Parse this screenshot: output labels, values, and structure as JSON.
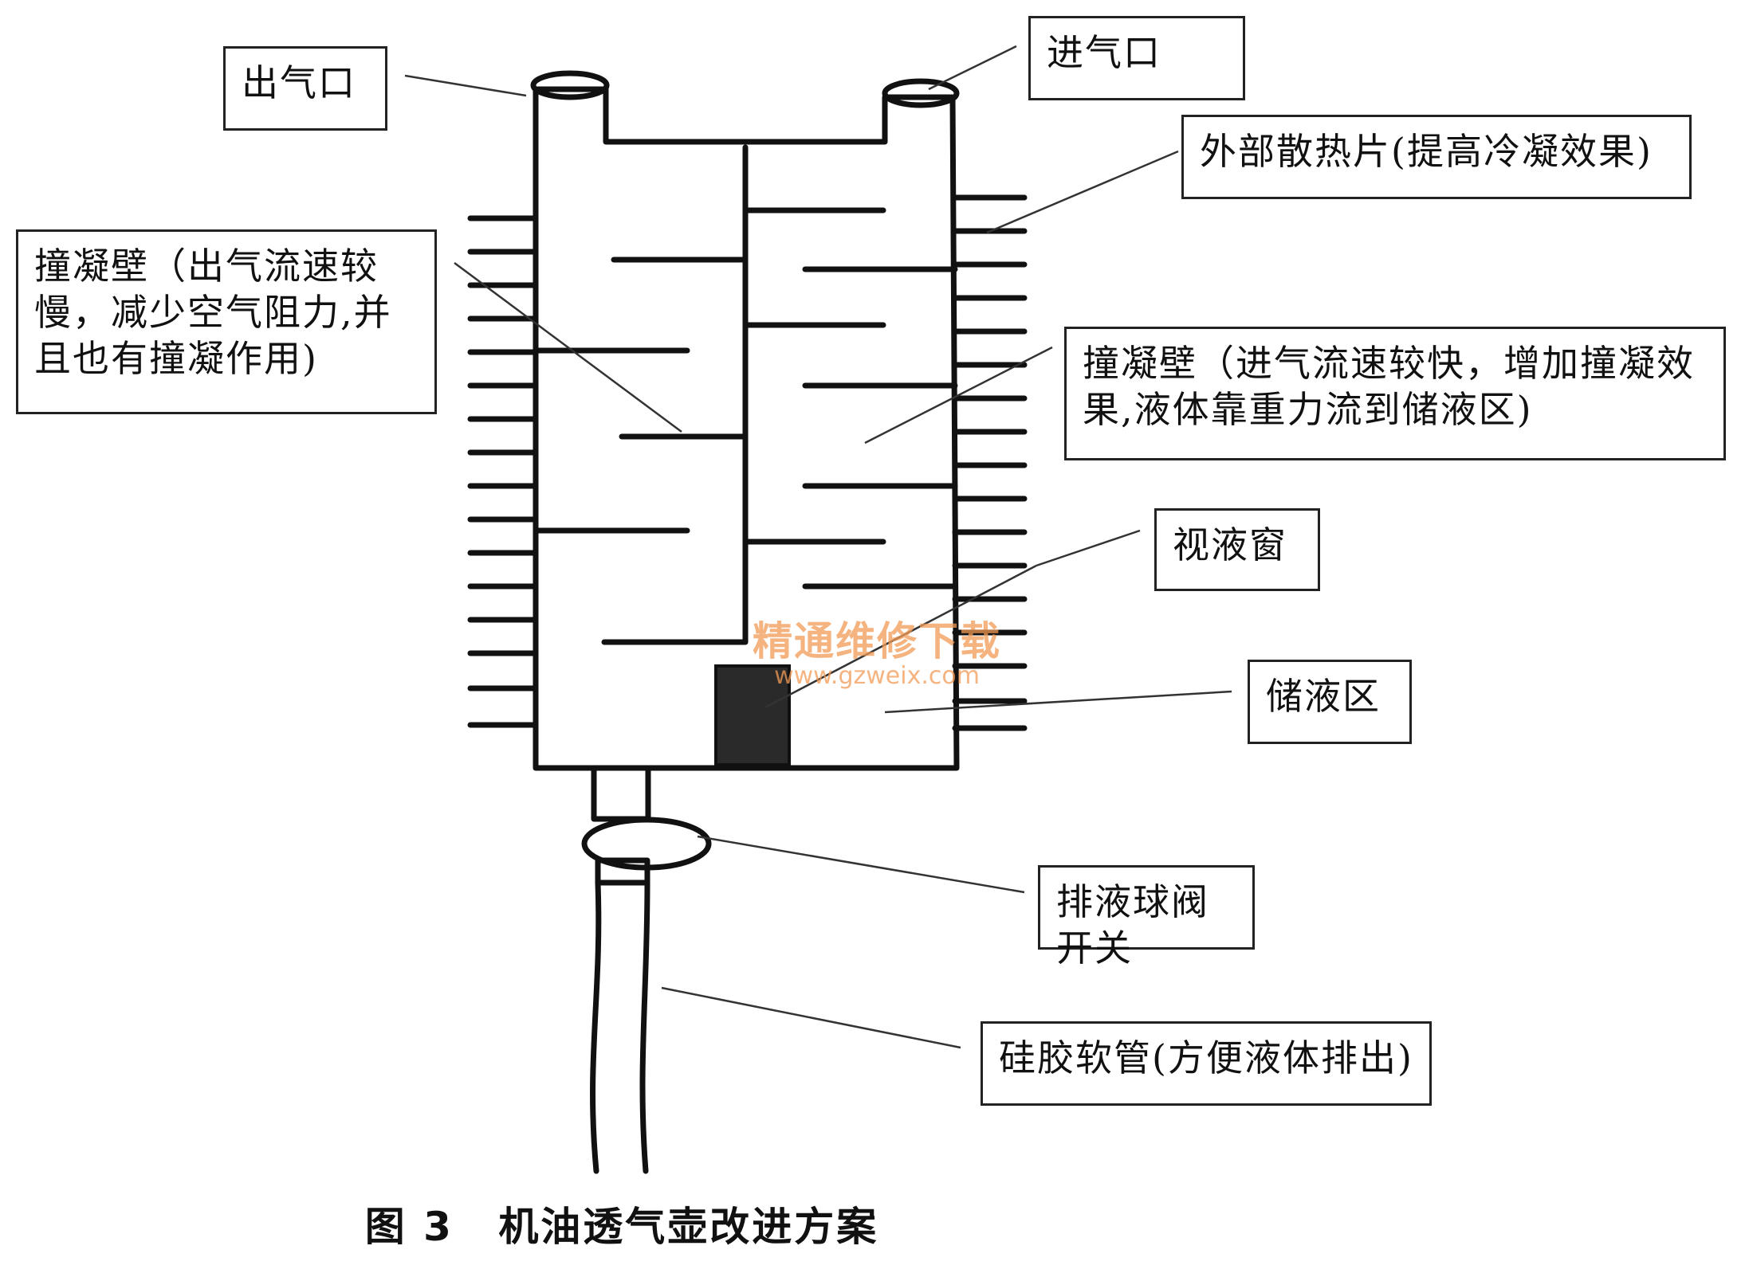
{
  "labels": {
    "outlet": "出气口",
    "inlet": "进气口",
    "fins": "外部散热片(提高冷凝效果)",
    "wall_out_line1": "撞凝壁（出气流速较",
    "wall_out_line2": "慢，减少空气阻力,并",
    "wall_out_line3": "且也有撞凝作用)",
    "wall_in_line1": "撞凝壁（进气流速较快，增加撞凝效",
    "wall_in_line2": "果,液体靠重力流到储液区)",
    "sight_window": "视液窗",
    "reservoir": "储液区",
    "drain_valve": "排液球阀开关",
    "hose": "硅胶软管(方便液体排出)"
  },
  "caption": {
    "figure_no": "图 3",
    "title": "机油透气壶改进方案"
  },
  "watermark": {
    "line1": "精通维修下载",
    "line2": "www.gzweix.com"
  },
  "colors": {
    "ink": "#111111",
    "sight_window_fill": "#2a2a2a",
    "watermark": "#f29a55"
  }
}
